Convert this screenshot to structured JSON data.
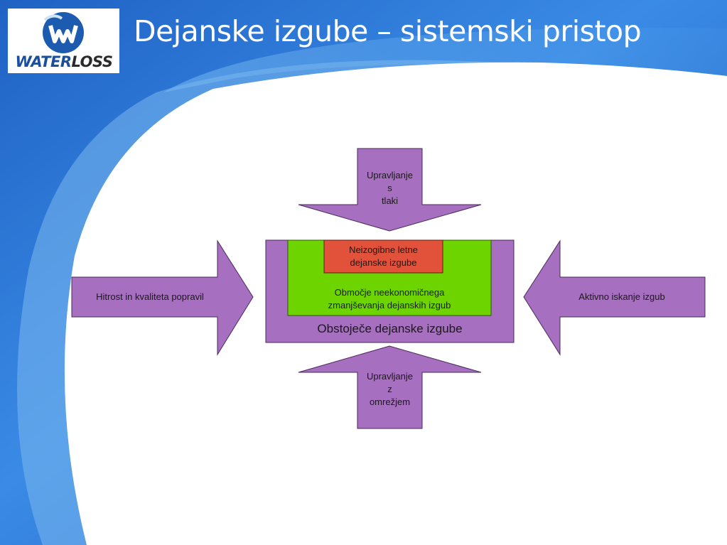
{
  "title": "Dejanske izgube – sistemski pristop",
  "logo": {
    "text_part1": "WATER",
    "text_part2": "LOSS",
    "mark_letter": "W"
  },
  "diagram": {
    "outer_box": "Obstoječe dejanske izgube",
    "middle_box": [
      "Območje neekonomičnega",
      "zmanjševanja dejanskih izgub"
    ],
    "inner_box": [
      "Neizogibne letne",
      "dejanske izgube"
    ],
    "arrow_top": [
      "Upravljanje",
      "s",
      "tlaki"
    ],
    "arrow_bottom": [
      "Upravljanje",
      "z",
      "omrežjem"
    ],
    "arrow_left": "Hitrost in kvaliteta popravil",
    "arrow_right": "Aktivno iskanje izgub"
  },
  "colors": {
    "arrow_fill": "#a66fbf",
    "outer_fill": "#a66fbf",
    "middle_fill": "#6ed400",
    "inner_fill": "#e2513a",
    "background_blue": "#2b79d6"
  }
}
